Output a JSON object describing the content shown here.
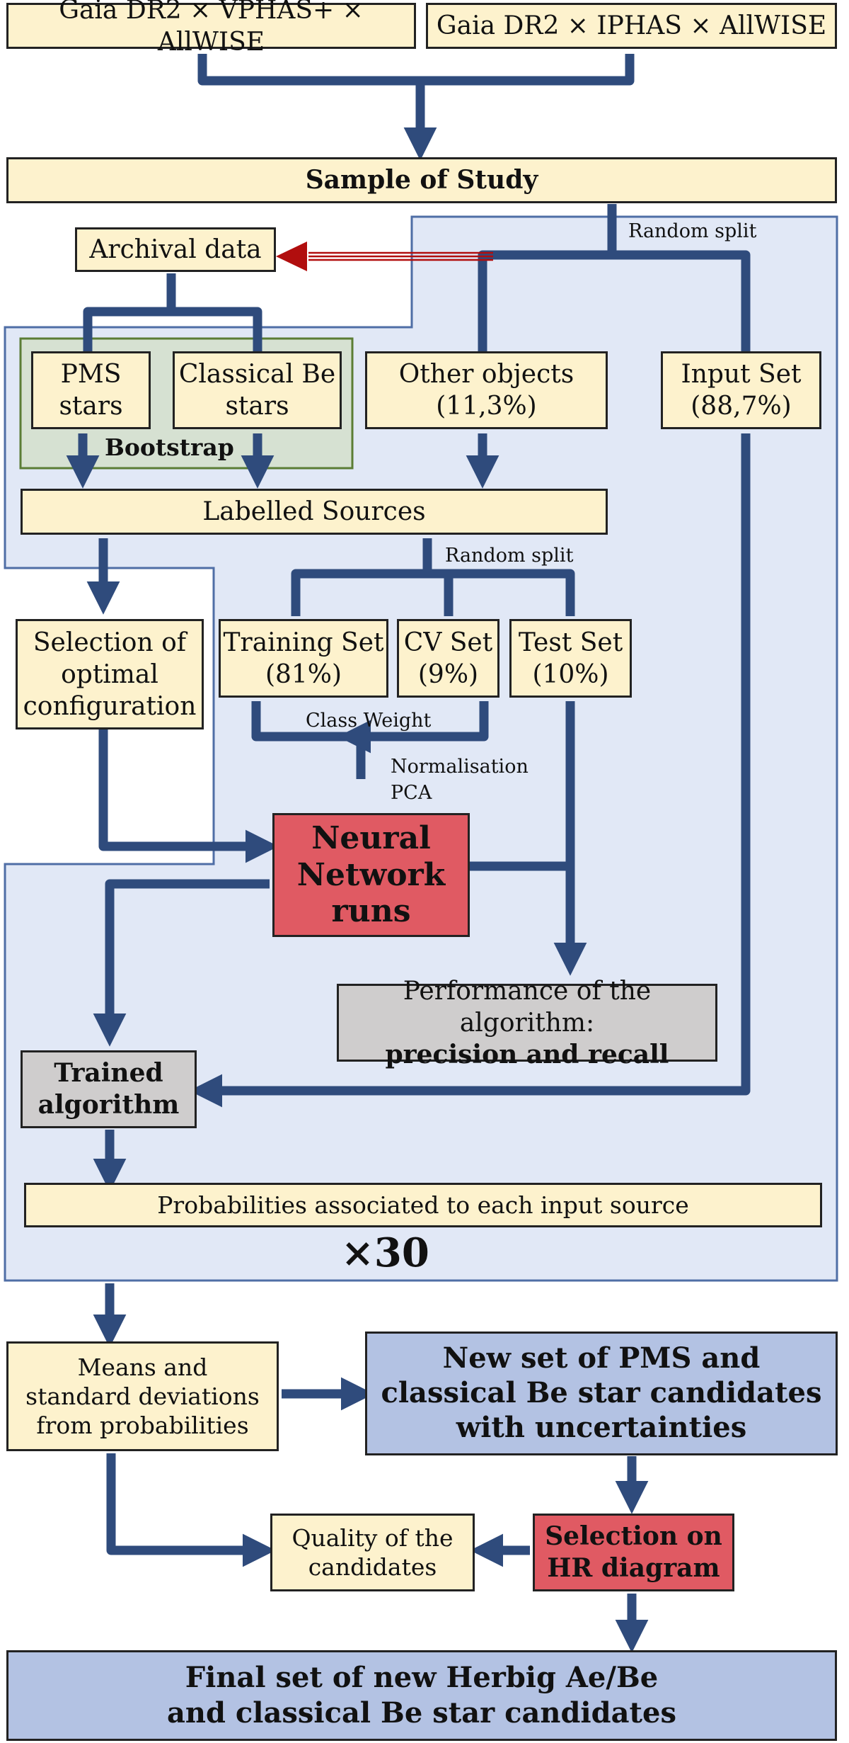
{
  "boxes": {
    "gaia_vphas": "Gaia DR2 × VPHAS+ × AllWISE",
    "gaia_iphas": "Gaia DR2 × IPHAS × AllWISE",
    "sample": "Sample of Study",
    "archival": "Archival data",
    "pms": [
      "PMS",
      "stars"
    ],
    "classical_be": [
      "Classical Be",
      "stars"
    ],
    "bootstrap": "Bootstrap",
    "other_objects": [
      "Other objects",
      "(11,3%)"
    ],
    "input_set": [
      "Input Set",
      "(88,7%)"
    ],
    "labelled": "Labelled Sources",
    "selection_optimal": [
      "Selection of",
      "optimal",
      "configuration"
    ],
    "training_set": [
      "Training Set",
      "(81%)"
    ],
    "cv_set": [
      "CV Set",
      "(9%)"
    ],
    "test_set": [
      "Test Set",
      "(10%)"
    ],
    "neural_network": [
      "Neural",
      "Network",
      "runs"
    ],
    "performance": [
      "Performance of the algorithm:",
      "precision and recall"
    ],
    "trained": [
      "Trained",
      "algorithm"
    ],
    "probabilities": "Probabilities associated to each input source",
    "means": [
      "Means and",
      "standard deviations",
      "from probabilities"
    ],
    "new_set": [
      "New set of PMS and",
      "classical Be star candidates",
      "with uncertainties"
    ],
    "quality": [
      "Quality of the",
      "candidates"
    ],
    "selection_hr": [
      "Selection on",
      "HR diagram"
    ],
    "final": [
      "Final set of new Herbig Ae/Be",
      "and classical Be star candidates"
    ]
  },
  "labels": {
    "random_split_top": "Random split",
    "random_split_mid": "Random split",
    "class_weight": "Class Weight",
    "normalisation": "Normalisation",
    "pca": "PCA",
    "repeat": "×30"
  },
  "colors": {
    "arrow": "#2f4b7c",
    "archival_arrow": "#b10e0e",
    "region_fill": "#e1e8f6",
    "region_border": "#4f6ea6",
    "bootstrap_fill": "#d6e1d2",
    "bootstrap_border": "#5b7d35",
    "box_yellow": "#fdf2cd",
    "box_blue": "#b3c2e3",
    "box_red": "#e05a63",
    "box_grey": "#cfcdcd"
  }
}
